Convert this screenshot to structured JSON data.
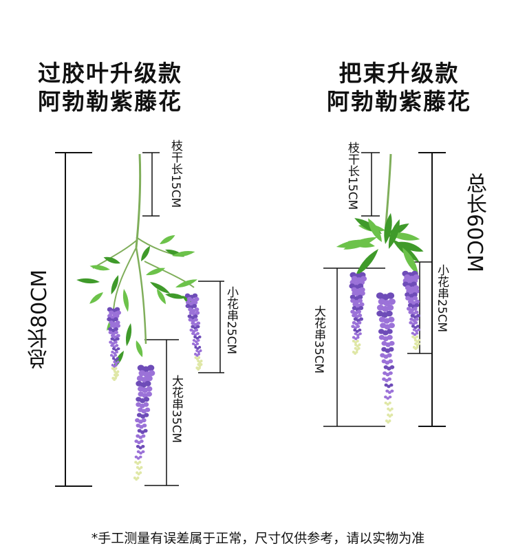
{
  "left": {
    "title_line1": "过胶叶升级款",
    "title_line2": "阿勃勒紫藤花",
    "total_length": "总长80CM",
    "branch_length": "枝干长15CM",
    "small_cluster": "小花串25CM",
    "large_cluster": "大花串35CM"
  },
  "right": {
    "title_line1": "把束升级款",
    "title_line2": "阿勃勒紫藤花",
    "total_length": "总长60CM",
    "branch_length": "枝干长15CM",
    "small_cluster": "小花串25CM",
    "large_cluster": "大花串35CM"
  },
  "footnote": "*手工测量有误差属于正常，尺寸仅供参考，请以实物为准",
  "colors": {
    "flower": "#9b72d8",
    "flower_dark": "#6e4cb8",
    "leaf": "#3f9a2a",
    "leaf_light": "#6cc24a",
    "stem": "#7fae5a",
    "bud": "#dfe7a6"
  }
}
